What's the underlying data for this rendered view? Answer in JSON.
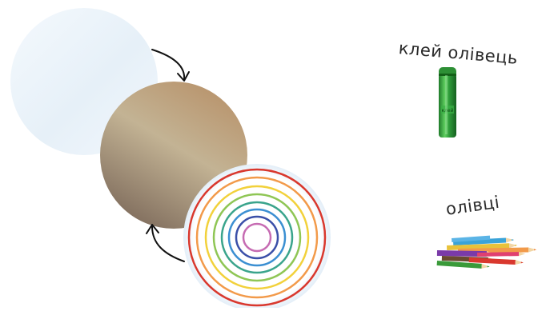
{
  "labels": {
    "glue_stick": "клей олівець",
    "pencils": "олівці",
    "glue_stick_wrapper": "клей"
  },
  "colors": {
    "light_disc": "#eef5fb",
    "brown_disc_light": "#c8b89a",
    "brown_disc_dark": "#7e6a58",
    "glue_green": "#2e9a3a",
    "rings": [
      "#d9382e",
      "#f29a4a",
      "#f2d13b",
      "#8fc655",
      "#3aa48c",
      "#3b8fd2",
      "#3a4fa8",
      "#c66bb2"
    ]
  },
  "icons": [
    "curved-arrow-icon",
    "glue-stick-icon",
    "colored-pencils-icon"
  ]
}
